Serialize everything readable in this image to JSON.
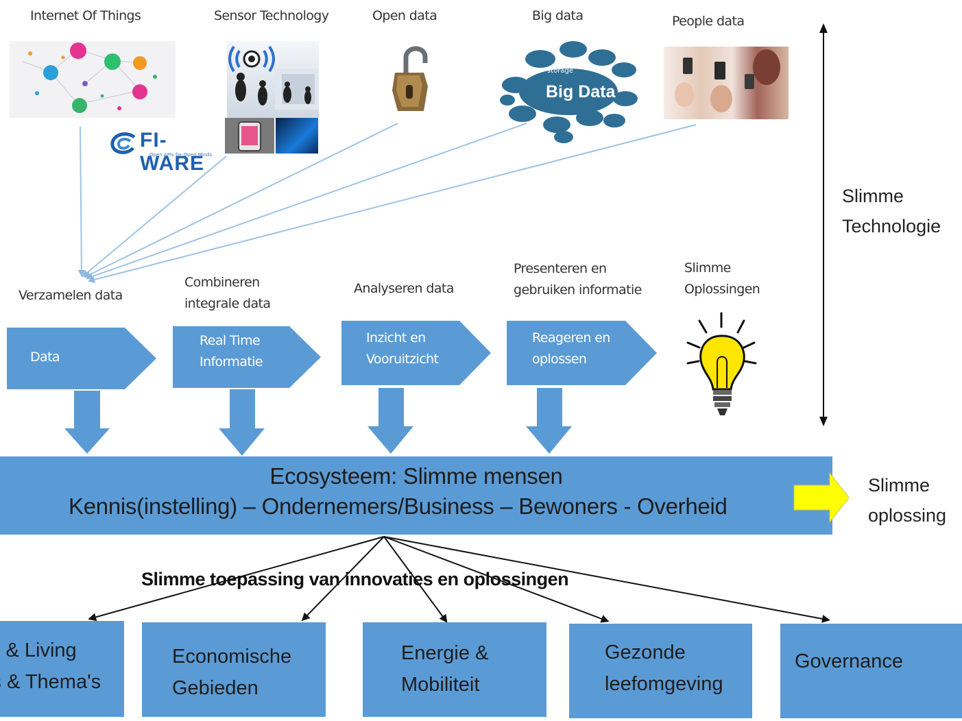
{
  "sources": [
    {
      "title": "Internet Of Things"
    },
    {
      "title": "Sensor Technology"
    },
    {
      "title": "Open data"
    },
    {
      "title": "Big data"
    },
    {
      "title": "People data"
    }
  ],
  "fiware_logo_text": "FI-WARE",
  "fiware_logo_tagline": "Open APIs for Open Minds",
  "bigdata_cloud_text": "Big Data",
  "bigdata_cloud_tag": "storage",
  "steps": [
    {
      "title": "Verzamelen data",
      "box": "Data"
    },
    {
      "title": "Combineren integrale data",
      "box": "Real Time Informatie"
    },
    {
      "title": "Analyseren data",
      "box": "Inzicht en Vooruitzicht"
    },
    {
      "title": "Presenteren en gebruiken informatie",
      "box": "Reageren en oplossen"
    },
    {
      "title": "Slimme Oplossingen"
    }
  ],
  "right_top_label": "Slimme Technologie",
  "ecosystem": {
    "line1": "Ecosysteem: Slimme mensen",
    "line2": "Kennis(instelling) – Ondernemers/Business – Bewoners - Overheid"
  },
  "right_bottom_label": "Slimme oplossing",
  "applications_heading": "Slimme toepassing van innovaties en oplossingen",
  "applications": [
    {
      "line1": "Hotspots & Living",
      "line2": "Labs & Thema's"
    },
    {
      "line1": "Economische",
      "line2": "Gebieden"
    },
    {
      "line1": "Energie &",
      "line2": "Mobiliteit"
    },
    {
      "line1": "Gezonde",
      "line2": "leefomgeving"
    },
    {
      "line1": "Governance",
      "line2": ""
    }
  ],
  "colors": {
    "box_blue": "#5b9bd5",
    "connector_blue": "#9dc3e6",
    "highlight_yellow": "#ffff00",
    "bulb_yellow": "#ffe600"
  }
}
